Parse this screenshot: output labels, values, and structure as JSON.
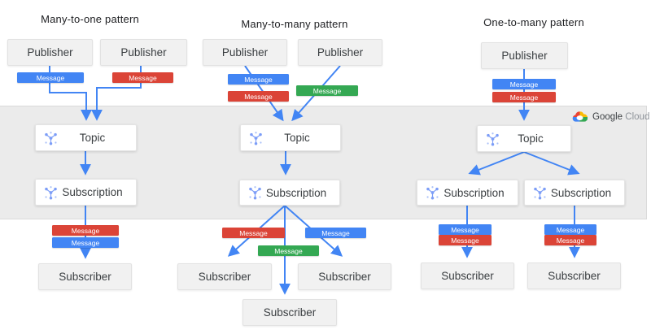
{
  "diagram": {
    "patterns": [
      {
        "title": "Many-to-one pattern"
      },
      {
        "title": "Many-to-many  pattern"
      },
      {
        "title": "One-to-many pattern"
      }
    ],
    "labels": {
      "publisher": "Publisher",
      "topic": "Topic",
      "subscription": "Subscription",
      "subscriber": "Subscriber",
      "message": "Message"
    },
    "colors": {
      "message_blue": "#4285F4",
      "message_red": "#DB4437",
      "message_green": "#34A853",
      "arrow": "#4285F4",
      "band_background": "#EBEBEB"
    }
  },
  "brand": {
    "google": "Google",
    "cloud": "Cloud"
  }
}
